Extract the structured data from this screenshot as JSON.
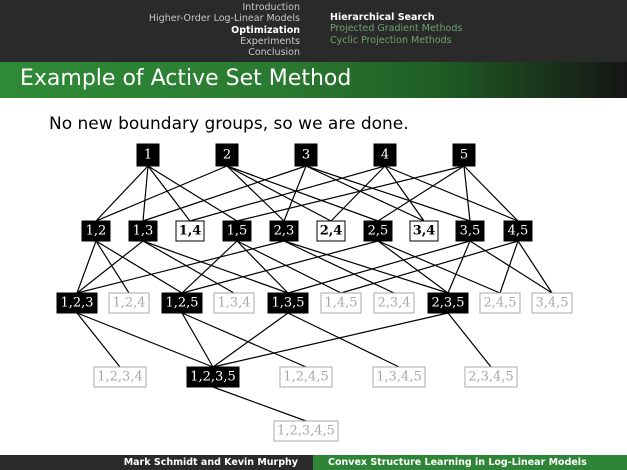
{
  "nav": {
    "sections": [
      {
        "label": "Introduction",
        "current": false
      },
      {
        "label": "Higher-Order Log-Linear Models",
        "current": false
      },
      {
        "label": "Optimization",
        "current": true
      },
      {
        "label": "Experiments",
        "current": false
      },
      {
        "label": "Conclusion",
        "current": false
      }
    ],
    "subsections": [
      {
        "label": "Hierarchical Search",
        "current": true
      },
      {
        "label": "Projected Gradient Methods",
        "current": false
      },
      {
        "label": "Cyclic Projection Methods",
        "current": false
      }
    ]
  },
  "frame": {
    "title": "Example of Active Set Method",
    "body_text": "No new boundary groups, so we are done."
  },
  "lattice": {
    "nodes": [
      {
        "id": "n1",
        "label": "1",
        "state": "active"
      },
      {
        "id": "n2",
        "label": "2",
        "state": "active"
      },
      {
        "id": "n3",
        "label": "3",
        "state": "active"
      },
      {
        "id": "n4",
        "label": "4",
        "state": "active"
      },
      {
        "id": "n5",
        "label": "5",
        "state": "active"
      },
      {
        "id": "n12",
        "label": "1,2",
        "state": "active"
      },
      {
        "id": "n13",
        "label": "1,3",
        "state": "active"
      },
      {
        "id": "n14",
        "label": "1,4",
        "state": "boundary"
      },
      {
        "id": "n15",
        "label": "1,5",
        "state": "active"
      },
      {
        "id": "n23",
        "label": "2,3",
        "state": "active"
      },
      {
        "id": "n24",
        "label": "2,4",
        "state": "boundary"
      },
      {
        "id": "n25",
        "label": "2,5",
        "state": "active"
      },
      {
        "id": "n34",
        "label": "3,4",
        "state": "boundary"
      },
      {
        "id": "n35",
        "label": "3,5",
        "state": "active"
      },
      {
        "id": "n45",
        "label": "4,5",
        "state": "active"
      },
      {
        "id": "n123",
        "label": "1,2,3",
        "state": "active"
      },
      {
        "id": "n124",
        "label": "1,2,4",
        "state": "inactive"
      },
      {
        "id": "n125",
        "label": "1,2,5",
        "state": "active"
      },
      {
        "id": "n134",
        "label": "1,3,4",
        "state": "inactive"
      },
      {
        "id": "n135",
        "label": "1,3,5",
        "state": "active"
      },
      {
        "id": "n145",
        "label": "1,4,5",
        "state": "inactive"
      },
      {
        "id": "n234",
        "label": "2,3,4",
        "state": "inactive"
      },
      {
        "id": "n235",
        "label": "2,3,5",
        "state": "active"
      },
      {
        "id": "n245",
        "label": "2,4,5",
        "state": "inactive"
      },
      {
        "id": "n345",
        "label": "3,4,5",
        "state": "inactive"
      },
      {
        "id": "n1234",
        "label": "1,2,3,4",
        "state": "inactive"
      },
      {
        "id": "n1235",
        "label": "1,2,3,5",
        "state": "active"
      },
      {
        "id": "n1245",
        "label": "1,2,4,5",
        "state": "inactive"
      },
      {
        "id": "n1345",
        "label": "1,3,4,5",
        "state": "inactive"
      },
      {
        "id": "n2345",
        "label": "2,3,4,5",
        "state": "inactive"
      },
      {
        "id": "n12345",
        "label": "1,2,3,4,5",
        "state": "inactive"
      }
    ]
  },
  "footer": {
    "authors": "Mark Schmidt and Kevin Murphy",
    "talk_title": "Convex Structure Learning in Log-Linear Models"
  }
}
